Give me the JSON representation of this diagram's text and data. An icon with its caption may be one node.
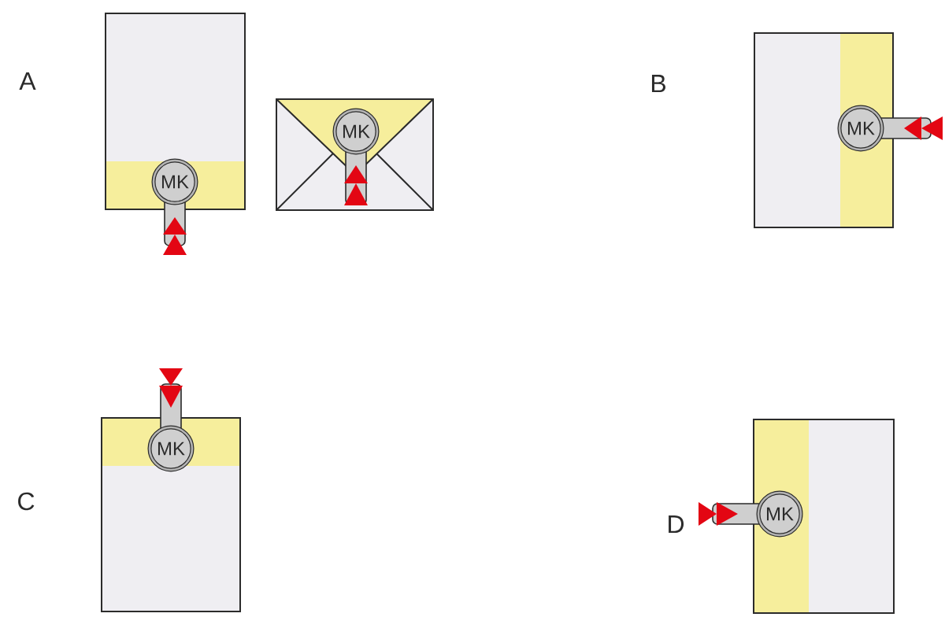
{
  "diagram": {
    "nodes": [
      {
        "text": [
          "MK"
        ]
      },
      {
        "text": [
          "MK"
        ]
      },
      {
        "text": [
          "MK"
        ]
      },
      {
        "text": [
          "MK"
        ]
      },
      {
        "text": [
          "MK"
        ]
      }
    ],
    "labels": [
      "A",
      "B",
      "C",
      "D"
    ]
  }
}
